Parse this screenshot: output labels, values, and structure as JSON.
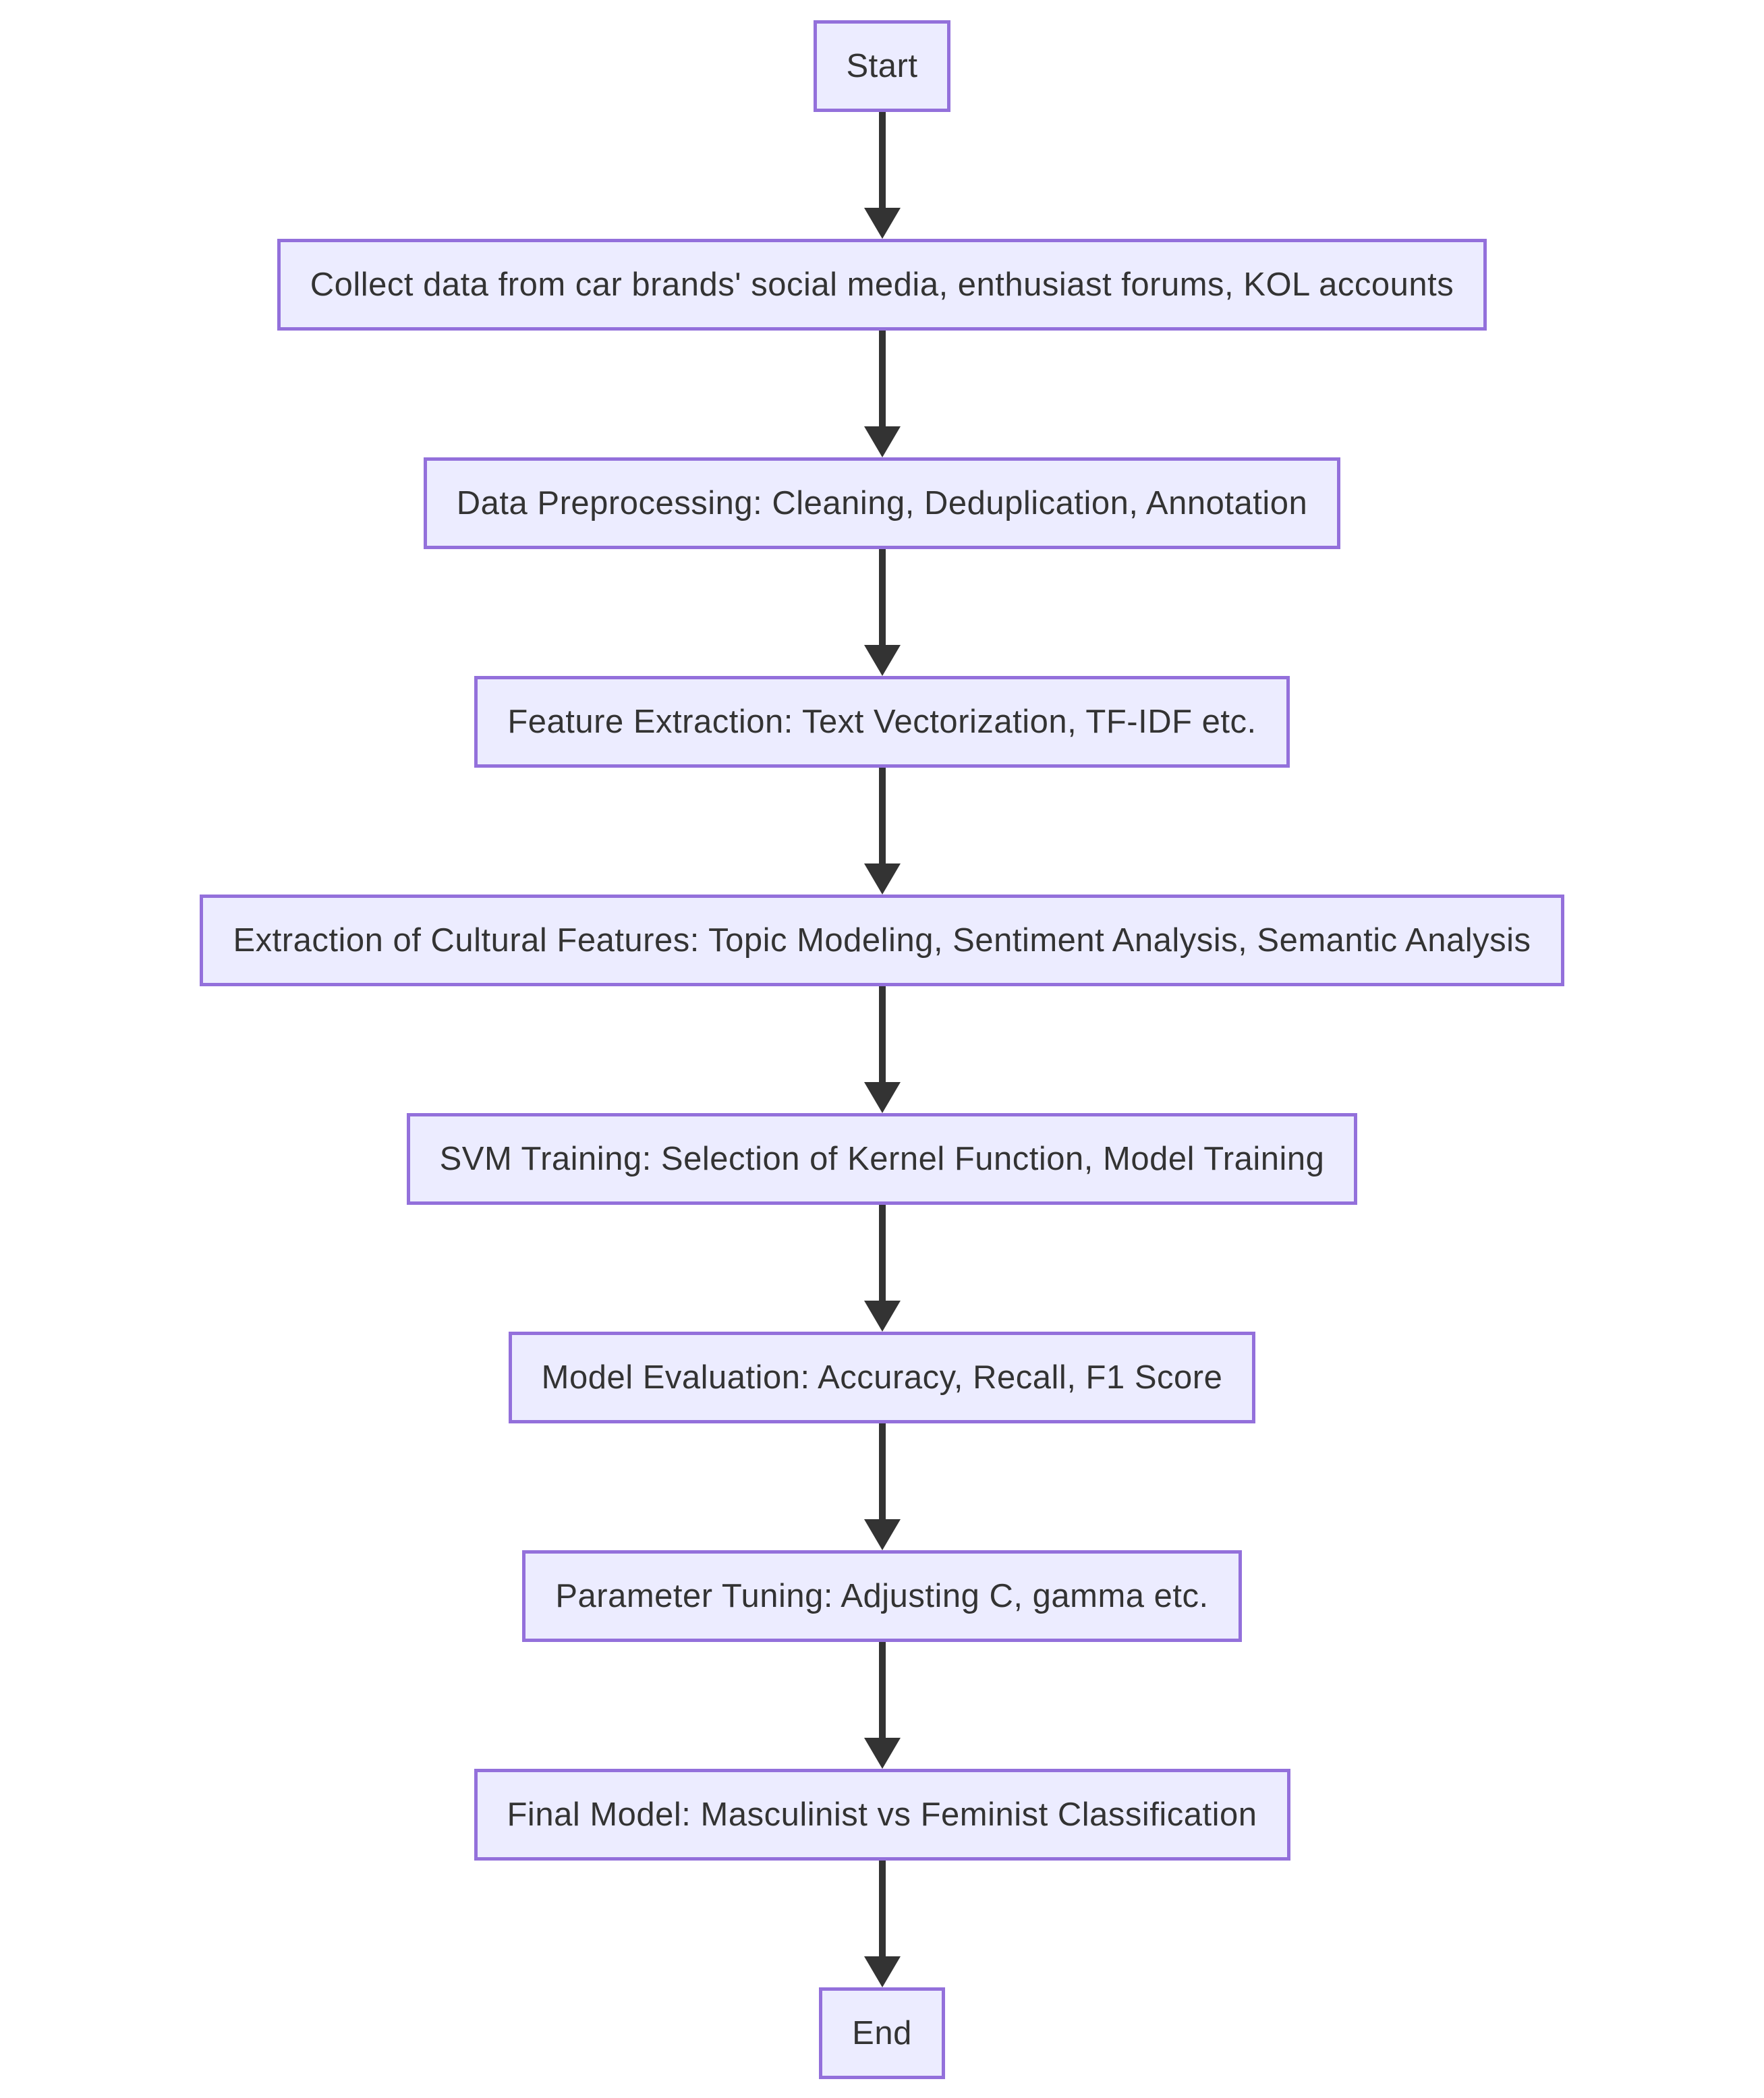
{
  "diagram": {
    "type": "flowchart",
    "direction": "top-down",
    "colors": {
      "background": "#FFFFFF",
      "node_fill": "#ECECFF",
      "node_border": "#9370DB",
      "text": "#333333",
      "arrow": "#333333"
    },
    "nodes": [
      {
        "id": "start",
        "label": "Start"
      },
      {
        "id": "collect-data",
        "label": "Collect data from car brands' social media, enthusiast forums, KOL accounts"
      },
      {
        "id": "preprocessing",
        "label": "Data Preprocessing: Cleaning, Deduplication, Annotation"
      },
      {
        "id": "feature-extraction",
        "label": "Feature Extraction: Text Vectorization, TF-IDF etc."
      },
      {
        "id": "cultural-features",
        "label": "Extraction of Cultural Features: Topic Modeling, Sentiment Analysis, Semantic Analysis"
      },
      {
        "id": "svm-training",
        "label": "SVM Training: Selection of Kernel Function, Model Training"
      },
      {
        "id": "model-evaluation",
        "label": "Model Evaluation: Accuracy, Recall, F1 Score"
      },
      {
        "id": "parameter-tuning",
        "label": "Parameter Tuning: Adjusting C, gamma etc."
      },
      {
        "id": "final-model",
        "label": "Final Model: Masculinist vs Feminist Classification"
      },
      {
        "id": "end",
        "label": "End"
      }
    ],
    "edges": [
      {
        "from": "start",
        "to": "collect-data"
      },
      {
        "from": "collect-data",
        "to": "preprocessing"
      },
      {
        "from": "preprocessing",
        "to": "feature-extraction"
      },
      {
        "from": "feature-extraction",
        "to": "cultural-features"
      },
      {
        "from": "cultural-features",
        "to": "svm-training"
      },
      {
        "from": "svm-training",
        "to": "model-evaluation"
      },
      {
        "from": "model-evaluation",
        "to": "parameter-tuning"
      },
      {
        "from": "parameter-tuning",
        "to": "final-model"
      },
      {
        "from": "final-model",
        "to": "end"
      }
    ]
  }
}
